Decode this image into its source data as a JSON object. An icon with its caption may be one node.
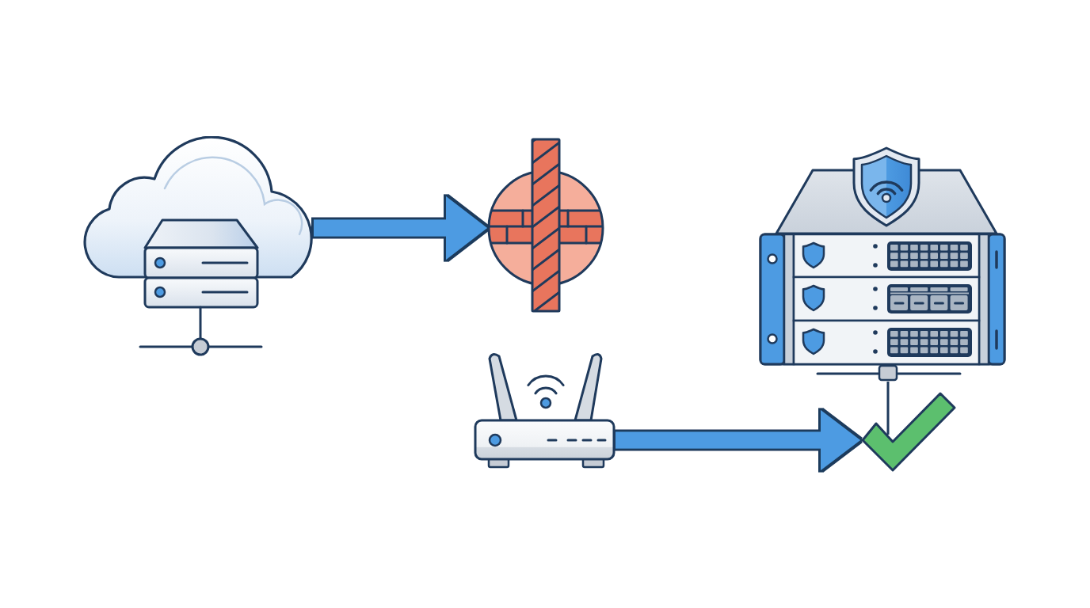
{
  "diagram": {
    "nodes": [
      {
        "text": [],
        "shape": "picture"
      },
      {
        "text": [],
        "shape": "picture"
      },
      {
        "text": [],
        "shape": "picture"
      },
      {
        "text": [],
        "shape": "picture"
      },
      {
        "text": [],
        "shape": "picture"
      }
    ],
    "edges": [
      {
        "from": 0,
        "to": 1,
        "arrow": "to"
      },
      {
        "from": 2,
        "to": 4,
        "arrow": "to"
      },
      {
        "from": 3,
        "to": 4,
        "arrow": "none",
        "color": "#1f3a5c"
      }
    ]
  }
}
